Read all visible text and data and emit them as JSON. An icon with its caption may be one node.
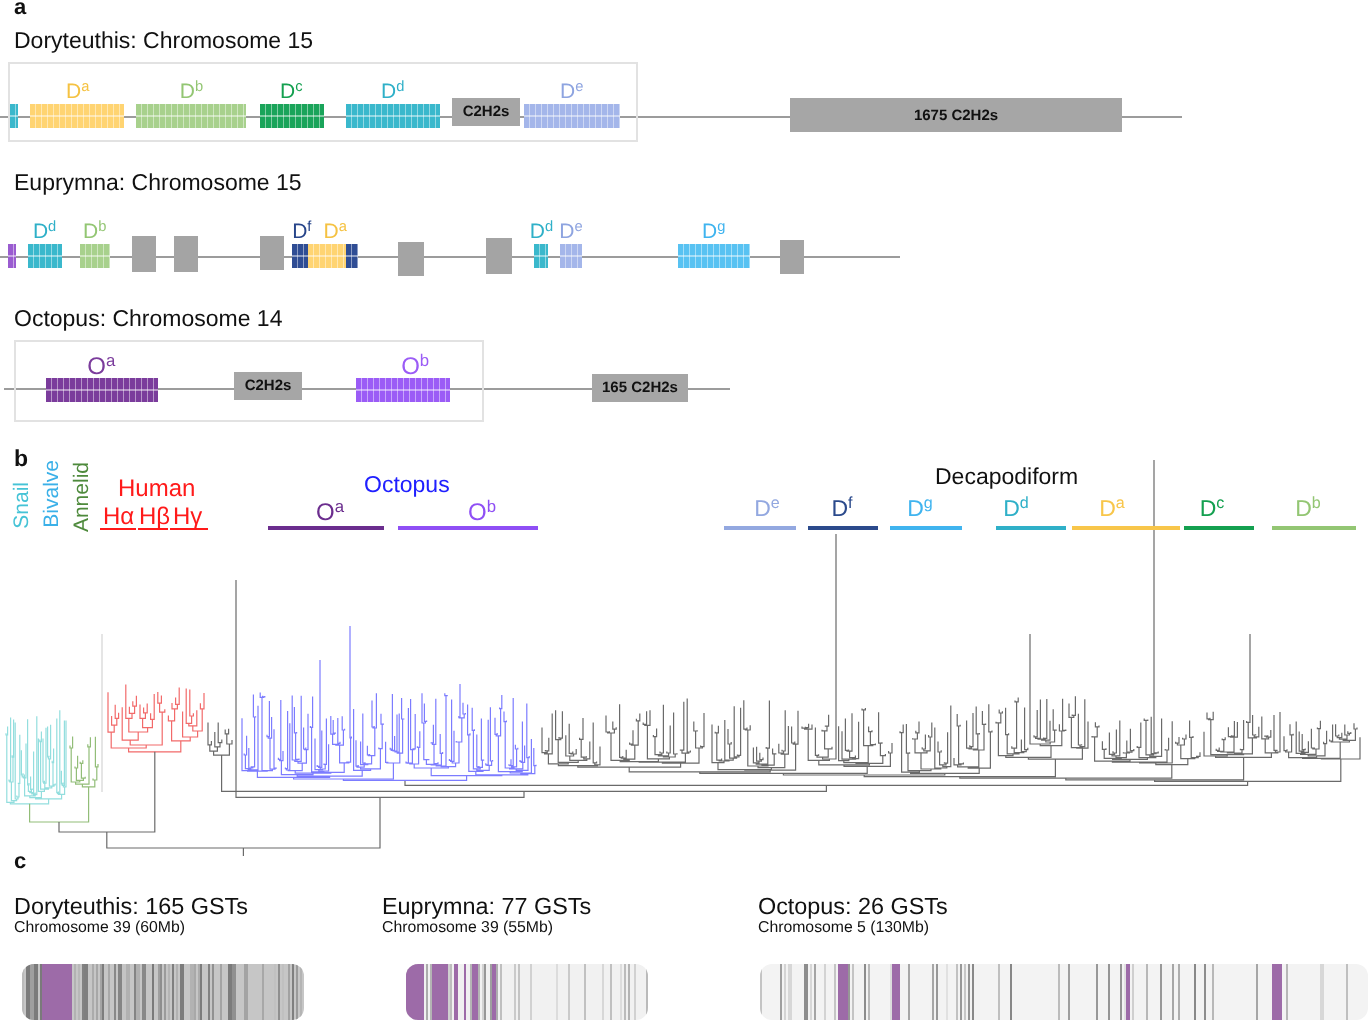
{
  "diagram": {
    "nodes": [
      {
        "text": [],
        "shape": "box"
      },
      {
        "text": [],
        "shape": "box",
        "in": 0
      },
      {
        "text": [
          "D$^{a}$"
        ],
        "in": 0
      },
      {
        "text": [
          "D$^{b}$"
        ],
        "in": 0
      },
      {
        "text": [
          "D$^{c}$"
        ],
        "in": 0
      },
      {
        "text": [
          "D$^{d}$"
        ],
        "in": 0
      },
      {
        "text": [
          "C2H2s"
        ],
        "in": 0
      },
      {
        "text": [
          "D$^{e}$"
        ],
        "in": 0
      },
      {
        "text": [
          "1675 C2H2s"
        ]
      },
      {
        "text": [],
        "shape": "box"
      },
      {
        "text": [
          "D$^{d}$"
        ]
      },
      {
        "text": [
          "D$^{b}$"
        ]
      },
      {
        "text": [],
        "shape": "box"
      },
      {
        "text": [],
        "shape": "box"
      },
      {
        "text": [],
        "shape": "box"
      },
      {
        "text": [
          "D$^{f}$"
        ]
      },
      {
        "text": [
          "D$^{a}$"
        ]
      },
      {
        "text": [],
        "shape": "box"
      },
      {
        "text": [],
        "shape": "box"
      },
      {
        "text": [],
        "shape": "box"
      },
      {
        "text": [
          "D$^{d}$"
        ]
      },
      {
        "text": [
          "D$^{e}$"
        ]
      },
      {
        "text": [
          "D$^{g}$"
        ]
      },
      {
        "text": [],
        "shape": "box"
      },
      {
        "text": [],
        "shape": "box"
      },
      {
        "text": [
          "O$^{a}$"
        ],
        "in": 24
      },
      {
        "text": [
          "C2H2s"
        ],
        "in": 24
      },
      {
        "text": [
          "O$^{b}$"
        ],
        "in": 24
      },
      {
        "text": [
          "165 C2H2s"
        ]
      }
    ],
    "labels": [
      "a",
      "Doryteuthis: Chromosome 15",
      "Euprymna: Chromosome 15",
      "Octopus: Chromosome 14",
      "b",
      "Snail",
      "Bivalve",
      "Annelid",
      "Human",
      "Octopus",
      "Decapodiform",
      "Hα",
      "Hβ",
      "Hγ",
      "O$^{a}$",
      "O$^{b}$",
      "D$^{e}$",
      "D$^{f}$",
      "D$^{g}$",
      "D$^{d}$",
      "D$^{a}$",
      "D$^{c}$",
      "D$^{b}$",
      "c",
      "Doryteuthis: 165 GSTs",
      "Chromosome 39 (60Mb)",
      "Euprymna: 77 GSTs",
      "Chromosome 39 (55Mb)",
      "Octopus: 26 GSTs",
      "Chromosome 5 (130Mb)"
    ]
  }
}
